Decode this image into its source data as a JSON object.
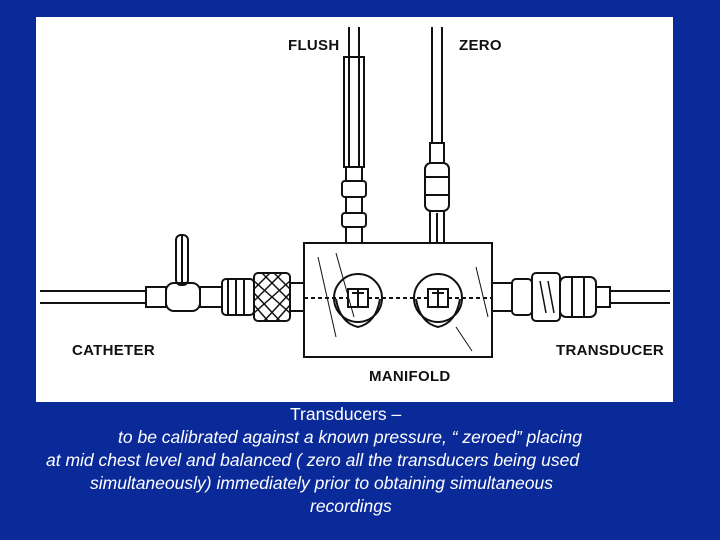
{
  "diagram": {
    "labels": {
      "flush": "FLUSH",
      "zero": "ZERO",
      "catheter": "CATHETER",
      "manifold": "MANIFOLD",
      "transducer": "TRANSDUCER"
    }
  },
  "caption": {
    "title": "Transducers –",
    "lines": [
      "to be calibrated  against a known pressure, “ zeroed”  placing",
      "at mid chest level and  balanced ( zero all the transducers being used",
      "simultaneously) immediately prior to obtaining simultaneous",
      "recordings"
    ]
  },
  "colors": {
    "background": "#0a2a9a",
    "figure": "#ffffff",
    "caption_text": "#ffffff"
  }
}
